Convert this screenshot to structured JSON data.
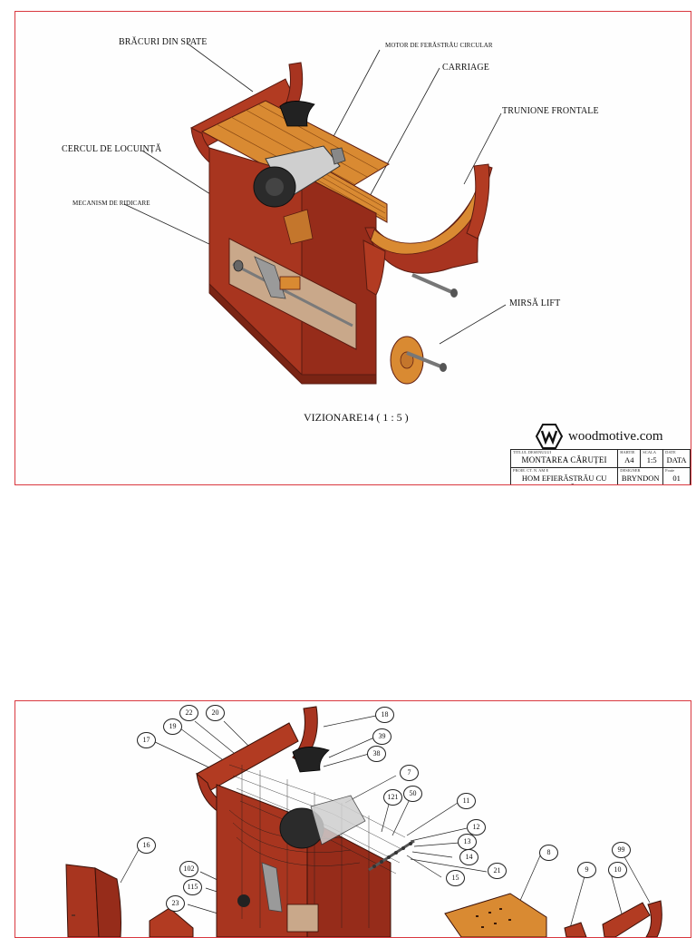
{
  "sheet1": {
    "labels": {
      "back_braces": "BRĂCURI DIN SPATE",
      "saw_motor": "MOTOR DE FERĂSTRĂU CIRCULAR",
      "carriage": "CARRIAGE",
      "front_trunnions": "TRUNIONE FRONTALE",
      "housing_circle": "CERCUL DE LOCUINȚĂ",
      "lift_mechanism": "MECANISM DE RIDICARE",
      "lift_handle": "MIRSĂ LIFT"
    },
    "view_title": "VIZIONARE14 ( 1 : 5 )",
    "logo_text": "woodmotive.com",
    "title_block": {
      "title_caption": "TITLUL DESENULUI",
      "title_value": "MONTAREA CĂRUȚEI",
      "paper_caption": "HARTIE",
      "paper_value": "A4",
      "scale_caption": "SCALA",
      "scale_value": "1:5",
      "date_caption": "DATE",
      "date_value": "DATA",
      "project_caption": "PROIE. CT. N. AM E",
      "project_value": "HOM EFIERĂSTRĂU CU MASĂ",
      "designer_caption": "DESIGNER",
      "designer_value": "BRYNDON",
      "sheet_caption": "Foaie",
      "sheet_value": "01"
    }
  },
  "sheet2": {
    "balloons": [
      "22",
      "20",
      "18",
      "19",
      "39",
      "17",
      "38",
      "7",
      "121",
      "50",
      "11",
      "12",
      "13",
      "14",
      "15",
      "21",
      "16",
      "102",
      "115",
      "23",
      "8",
      "9",
      "10",
      "99"
    ]
  },
  "colors": {
    "sheet_border": "#d9383f",
    "wood_dark": "#8e2a1c",
    "wood_mid": "#b23b22",
    "wood_light": "#d9822b",
    "metal": "#9a9a9a",
    "motor": "#2b2b2b"
  }
}
